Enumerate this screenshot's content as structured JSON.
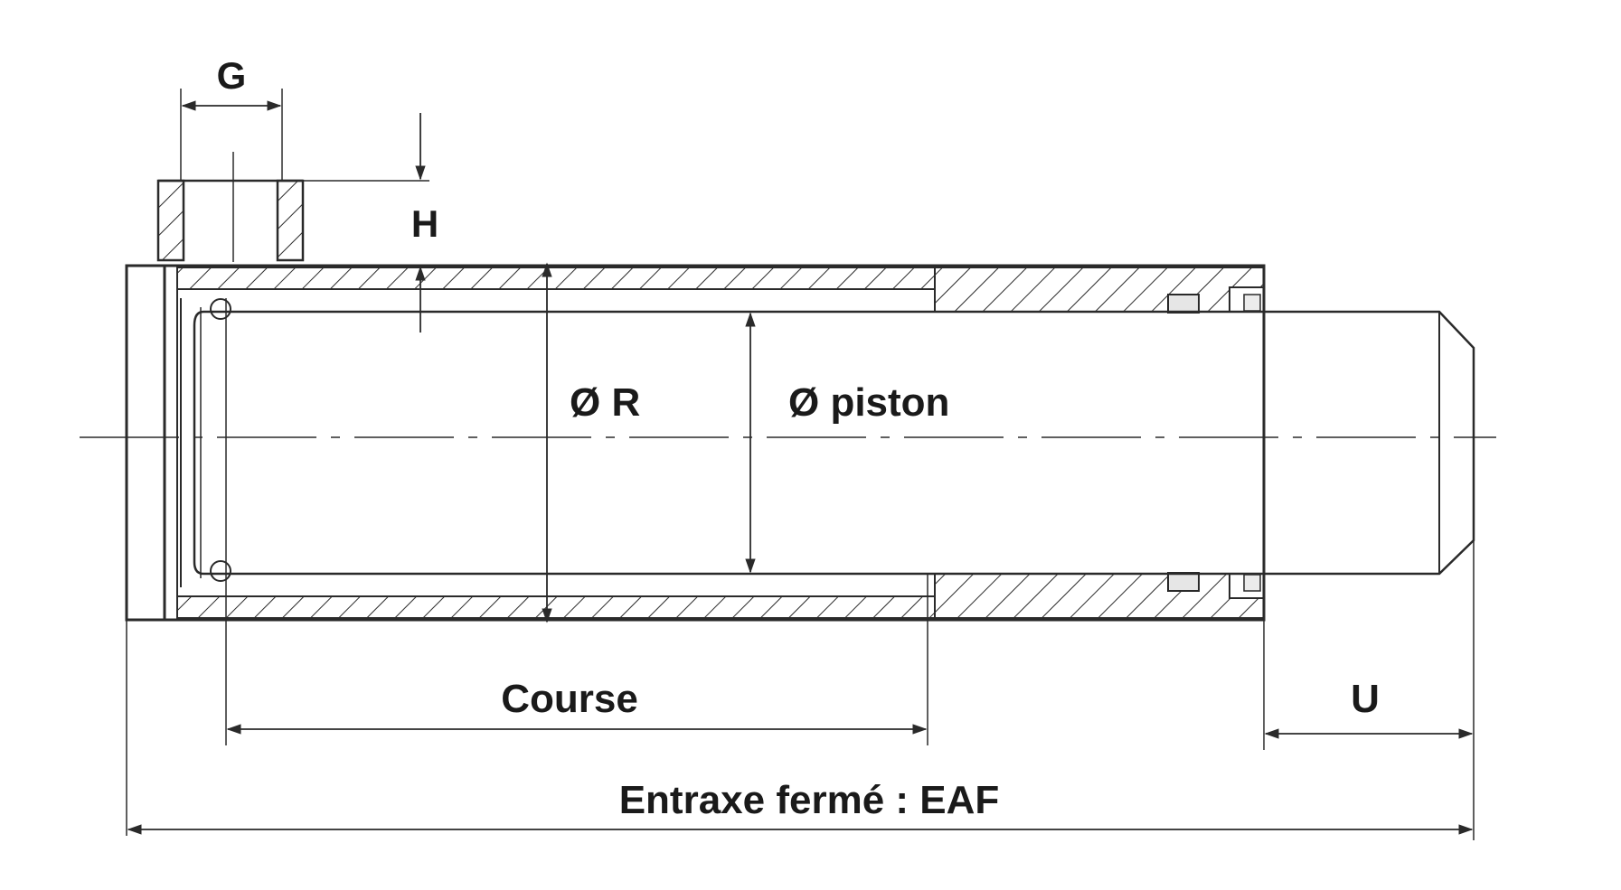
{
  "labels": {
    "g": "G",
    "h": "H",
    "diam_r": "Ø R",
    "diam_piston": "Ø piston",
    "course": "Course",
    "u": "U",
    "eaf": "Entraxe fermé : EAF"
  },
  "colors": {
    "line": "#2a2a2a",
    "text": "#1a1a1a",
    "background": "#ffffff"
  }
}
